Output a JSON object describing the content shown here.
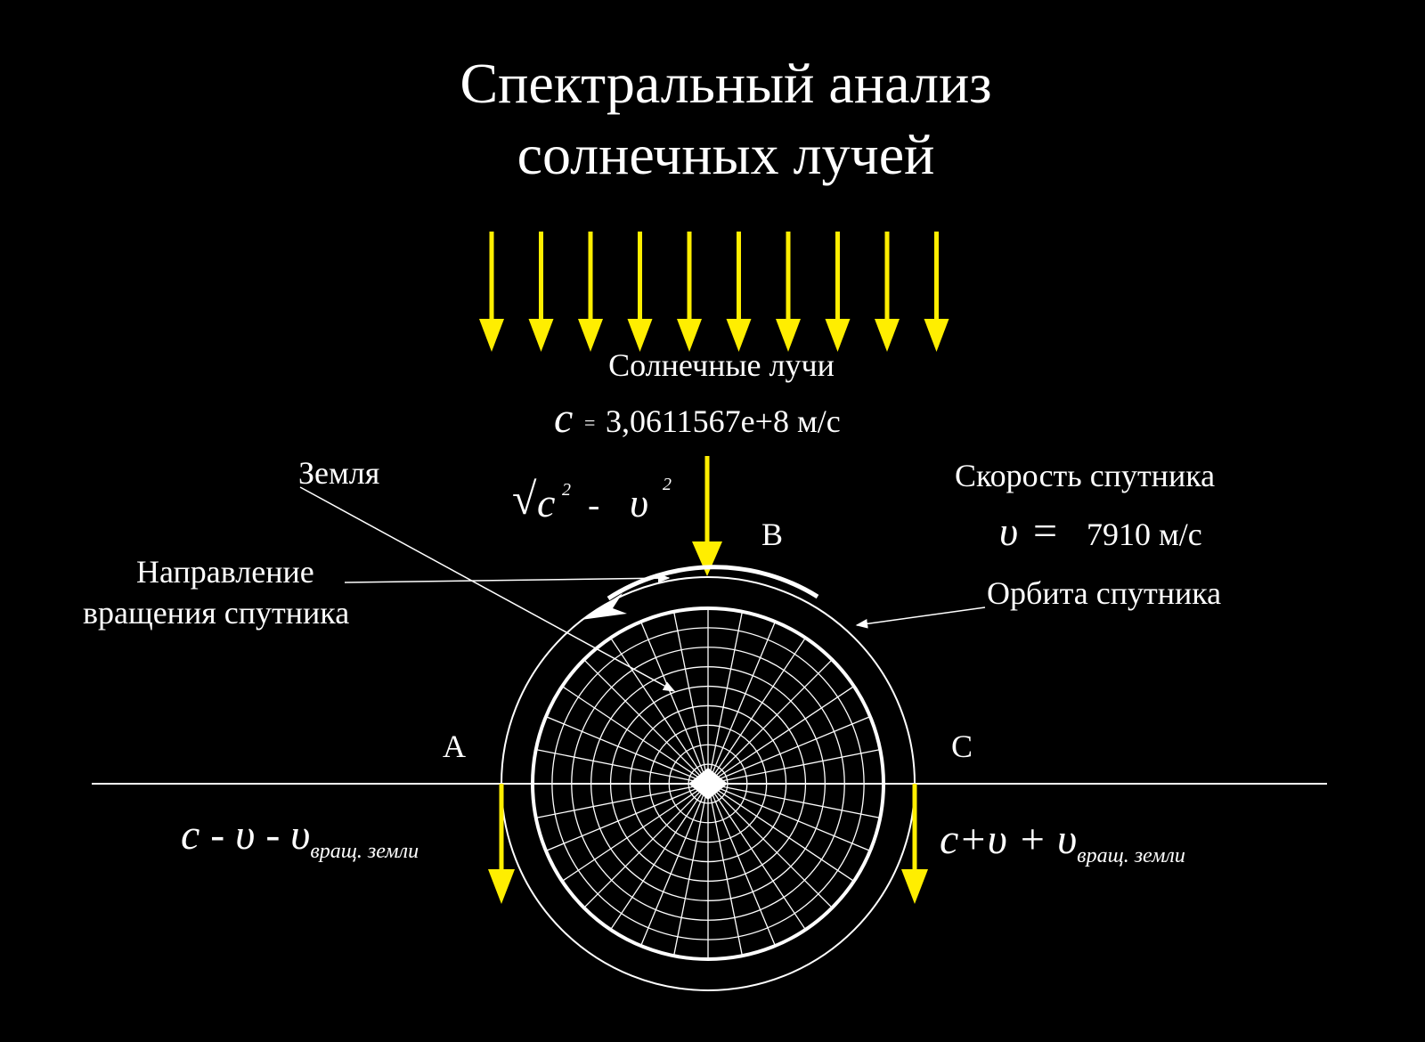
{
  "colors": {
    "background": "#000000",
    "foreground": "#ffffff",
    "ray": "#ffee00"
  },
  "title": {
    "line1": "Спектральный анализ",
    "line2": "солнечных лучей"
  },
  "sun_rays": {
    "label": "Солнечные лучи",
    "count": 10,
    "c_symbol": "c",
    "c_equals": "=",
    "c_value": "3,0611567e+8 м/с"
  },
  "earth": {
    "label": "Земля"
  },
  "direction": {
    "line1": "Направление",
    "line2": "вращения спутника"
  },
  "satellite": {
    "speed_label": "Скорость спутника",
    "v_symbol": "υ",
    "v_equals": "=",
    "v_value": "7910 м/с",
    "orbit_label": "Орбита спутника"
  },
  "points": {
    "a": "A",
    "b": "B",
    "c": "C"
  },
  "formulas": {
    "sqrt_sign": "√",
    "sqrt_c": "c",
    "sqrt_exp1": "2",
    "sqrt_minus": "-",
    "sqrt_v": "υ",
    "sqrt_exp2": "2",
    "left_main": "c - υ - υ",
    "left_sub": "вращ. земли",
    "right_main": "c+υ + υ",
    "right_sub": "вращ. земли"
  }
}
